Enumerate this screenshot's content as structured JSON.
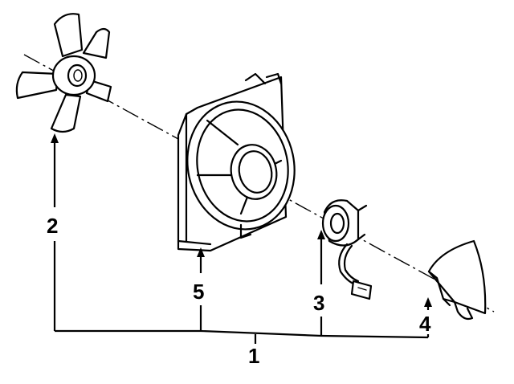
{
  "callouts": {
    "assembly": "1",
    "fan_blade": "2",
    "motor": "3",
    "cover": "4",
    "shroud": "5"
  },
  "colors": {
    "ink": "#000000",
    "paper": "#ffffff"
  }
}
